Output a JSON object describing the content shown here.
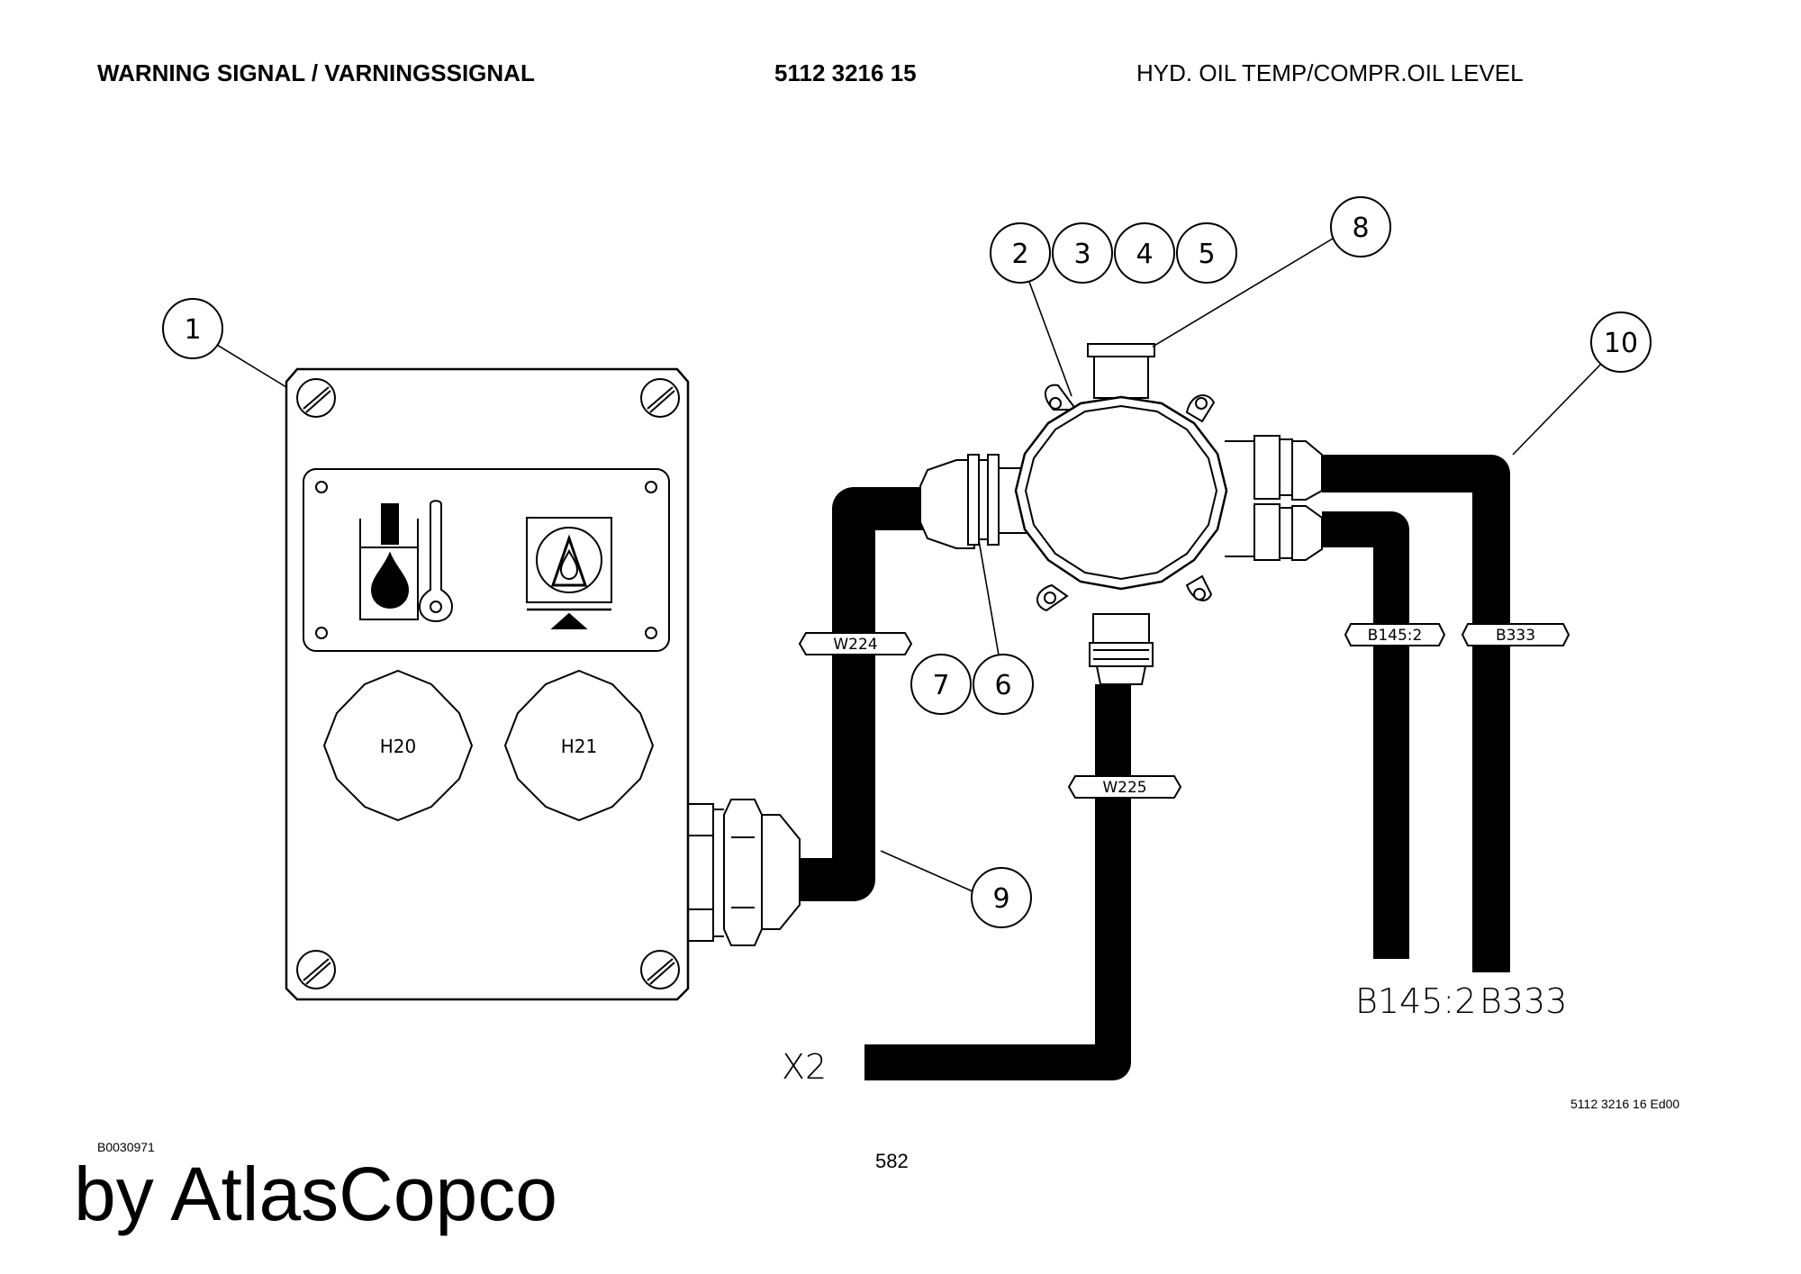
{
  "header": {
    "left": "WARNING SIGNAL / VARNINGSSIGNAL",
    "center": "5112 3216 15",
    "right": "HYD. OIL TEMP/COMPR.OIL LEVEL"
  },
  "balloons": [
    "1",
    "2",
    "3",
    "4",
    "5",
    "6",
    "7",
    "8",
    "9",
    "10"
  ],
  "lamps": {
    "h20": "H20",
    "h21": "H21"
  },
  "cable_tags": {
    "w224": "W224",
    "w225": "W225",
    "b145": "B145:2",
    "b333": "B333"
  },
  "cable_ends": {
    "x2": "X2",
    "b145": "B145:2",
    "b333": "B333"
  },
  "footer": {
    "drawing_ref": "5112 3216 16 Ed00",
    "code": "B0030971",
    "page_number": "582",
    "brand": "by AtlasCopco"
  },
  "colors": {
    "ink": "#000000",
    "paper": "#ffffff"
  }
}
